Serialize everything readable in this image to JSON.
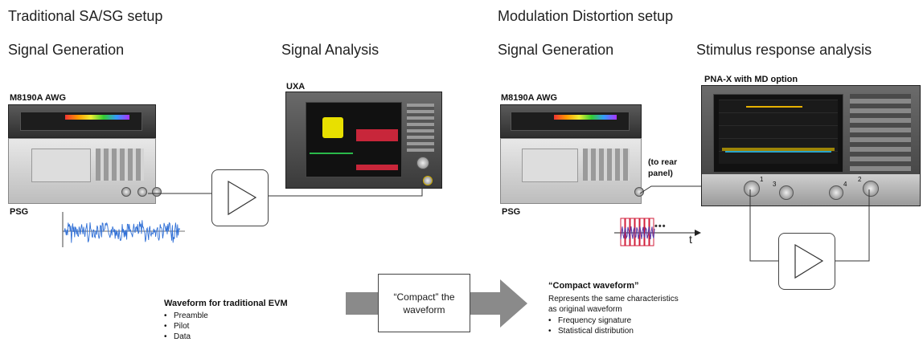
{
  "left": {
    "title": "Traditional SA/SG setup",
    "gen_heading": "Signal Generation",
    "ana_heading": "Signal Analysis",
    "awg_label": "M8190A AWG",
    "psg_label": "PSG",
    "uxa_label": "UXA"
  },
  "right": {
    "title": "Modulation Distortion setup",
    "gen_heading": "Signal Generation",
    "resp_heading": "Stimulus response analysis",
    "awg_label": "M8190A AWG",
    "psg_label": "PSG",
    "pna_label": "PNA-X with MD option",
    "rear_label_1": "(to rear",
    "rear_label_2": "panel)",
    "port_labels": [
      "1",
      "3",
      "4",
      "2"
    ],
    "time_axis_label": "t",
    "ellipsis": "•••"
  },
  "bottom": {
    "evm_title": "Waveform for traditional  EVM",
    "evm_items": [
      "Preamble",
      "Pilot",
      "Data"
    ],
    "compact_box": "“Compact” the waveform",
    "compact_title": "“Compact waveform”",
    "compact_desc_1": "Represents the same characteristics",
    "compact_desc_2": "as original waveform",
    "compact_items": [
      "Frequency signature",
      "Statistical distribution"
    ]
  },
  "colors": {
    "waveform_blue": "#2f6fd6",
    "compact_red": "#d21e3a",
    "compact_purple": "#5b3aa6",
    "arrow_gray": "#8a8a8a"
  },
  "icons": [
    "amplifier-triangle-icon",
    "amplifier-triangle-icon",
    "arrow-right-icon"
  ]
}
